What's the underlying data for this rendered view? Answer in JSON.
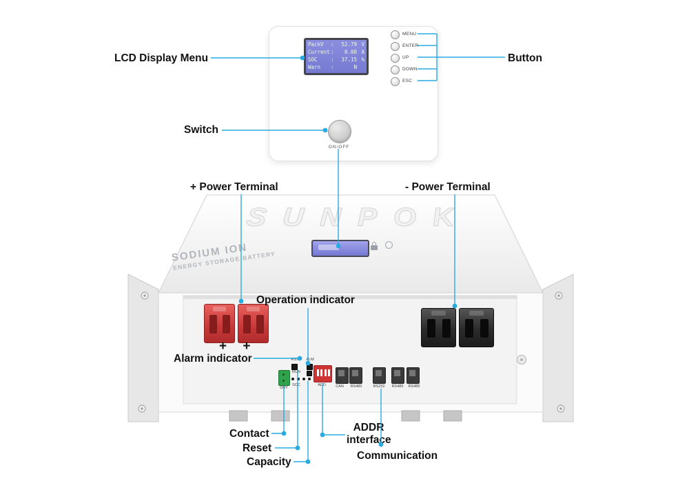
{
  "callouts": {
    "lcd_display_menu": "LCD Display Menu",
    "button": "Button",
    "switch": "Switch",
    "plus_power_terminal": "+ Power Terminal",
    "minus_power_terminal": "- Power Terminal",
    "operation_indicator": "Operation indicator",
    "alarm_indicator": "Alarm indicator",
    "contact": "Contact",
    "reset": "Reset",
    "capacity": "Capacity",
    "addr_line1": "ADDR",
    "addr_line2": "interface",
    "communication": "Communication"
  },
  "control_panel": {
    "lcd_rows": [
      {
        "key": "PackV",
        "sep": ":",
        "value": "52.79",
        "unit": "V"
      },
      {
        "key": "Current",
        "sep": ":",
        "value": "0.00",
        "unit": "A"
      },
      {
        "key": "SOC",
        "sep": ":",
        "value": "37.15",
        "unit": "%"
      },
      {
        "key": "Warn",
        "sep": ":",
        "value": "N",
        "unit": ""
      }
    ],
    "buttons": [
      "MENU",
      "ENTER",
      "UP",
      "DOWN",
      "ESC"
    ],
    "switch_label": "ON/OFF"
  },
  "battery": {
    "brand": "SUNPOK",
    "product_line1": "SODIUM ION",
    "product_line2": "ENERGY STORAGE BATTERY",
    "terminal_marks": "+ +",
    "indicators": {
      "rst": "RST",
      "alm": "ALM",
      "run": "RUN",
      "dry": "DRY",
      "soc": "SOC",
      "add": "ADD"
    },
    "ports": {
      "can": "CAN",
      "rs485_a": "RS485",
      "rs232": "RS232",
      "rs485_b": "RS485",
      "rs485_c": "RS485"
    }
  },
  "colors": {
    "accent": "#29abe2",
    "lcd_screen": "#7b7fd6",
    "terminal_positive": "#c73838",
    "terminal_negative": "#2b2b2b",
    "dip_switch": "#cf3434",
    "dry_contact": "#2fa24c"
  }
}
